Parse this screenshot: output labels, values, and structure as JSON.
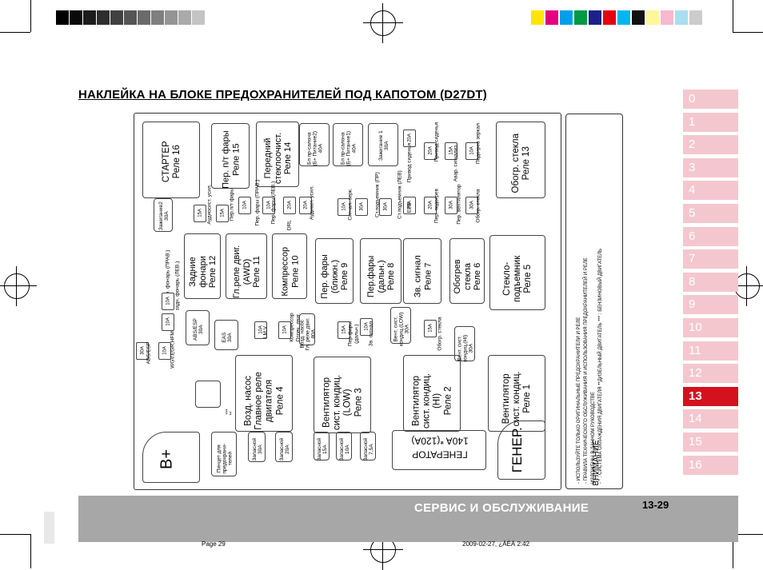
{
  "colors": {
    "tab_inactive": "#f4c7cf",
    "tab_active": "#d4111f",
    "footer": "#a7a7a7",
    "swatches": [
      "#000000",
      "#1c1c1c",
      "#333333",
      "#4a4a4a",
      "#626262",
      "#7a7a7a",
      "#949494",
      "#adadad",
      "#c8c8c8",
      "#ffffff",
      "#ffe600",
      "#e4007f",
      "#00a0e9",
      "#009944",
      "#1d2088",
      "#e60012",
      "#00b7ee",
      "#000000",
      "#fff799",
      "#f8b8d0",
      "#aaddf0",
      "#cccccc"
    ]
  },
  "title": "НАКЛЕЙКА НА БЛОКЕ ПРЕДОХРАНИТЕЛЕЙ ПОД КАПОТОМ (D27DT)",
  "tabs": [
    "0",
    "1",
    "2",
    "3",
    "4",
    "5",
    "6",
    "7",
    "8",
    "9",
    "10",
    "11",
    "12",
    "13",
    "14",
    "15",
    "16"
  ],
  "active_tab": "13",
  "relays": {
    "starter": "СТАРТЕР\nРеле 16",
    "headlight_low": "Пер. п/т фары\nРеле 15",
    "front_wiper": "Передний\nстеклоочист.\nРеле 14",
    "rear_heater": "Обогр. стекла\nРеле 13",
    "rear_lights": "Задние\nфонари\nРеле 12",
    "awd_main": "Гл.реле двиг.\n(AWD)\nРеле 11",
    "compressor": "Компрессор\nРеле 10",
    "fog_near": "Пер. фары\n(ближн.)\nРеле 9",
    "fog_far": "Пер.фары\n(дальн.)\nРеле 8",
    "horn": "Зв. сигнал\nРеле 7",
    "heater": "Обогрев\nстекла\nРеле 6",
    "window": "Стекло-\nподъемник\nРеле 5",
    "fuel_pump": "Возд. насос\nГлавное реле\nдвигателя\nРеле 4",
    "fan_low": "Вентилятор\nсист. кондиц.\n(LOW)\nРеле 3",
    "fan_hi": "Вентилятор\nсист. кондиц.\n(HI)\nРеле 2",
    "fan_1": "Вентилятор\nсист. кондиц.\nРеле 1"
  },
  "fuse_labels": {
    "ign2": "Зажигание2\n30A",
    "f15_1": "15A",
    "audio": "Аудиосист. усил.",
    "f15_2": "15A",
    "front_fog": "Пер.п/т фары",
    "f10_1": "10A",
    "fog_rear_r": "Пер. фары (ПРАВ.)",
    "f10_2": "10A",
    "fog_rear_l": "Пер. фары (ЛЕВ.)",
    "f20_1": "20A",
    "drl": "DRL",
    "f20_2": "20A",
    "audio2": "Аудиост. усил.",
    "f10_3": "10A",
    "slip": "Сигнал. зерк.",
    "f30_1": "30A",
    "stop_pr": "Ст.подъемник (ПР)",
    "f30_2": "30A",
    "stop_lev": "Ст.подъемник (ЛЕВ)",
    "f20_3": "20A",
    "epb": "EPB",
    "f20_4": "20A",
    "front_heat": "Пер. подогрев",
    "f30_3": "30A",
    "front_vent": "Пер. вентилятор",
    "f30_4": "30A",
    "rear_win": "Обогр. стекла",
    "batt1": "Бп пр-салона\n(Б+ Питание2)\n40A",
    "batt2": "Бп пр-салона\n(Б+ Питание1)\n40A",
    "ign1": "Зажигание 1\n30A",
    "f20_5": "20A",
    "drive_r": "Привод сиденья",
    "f20_6": "20A",
    "drive_l": "Привод сиденья",
    "f15_3": "15A",
    "alarm": "Авар. сигнализ.",
    "f10_4": "10A",
    "mirror_heat": "Подогрев зеркал",
    "f10_5": "10A",
    "rear_light_r": "задн. фонарь (ПРАВ.)",
    "f10_6": "10A",
    "rear_light_l": "задн. фонарь (ЛЕВ.)",
    "f30_5": "30A",
    "abs": "ABS/ESP",
    "f10_7": "10A",
    "wgv": "WGV,EGR,HFM",
    "abs_esp": "ABS/ESP\n30A",
    "eas": "EAS\n30A",
    "f10_8": "10A",
    "imv": "I.M.V",
    "f10_9": "10A",
    "compressor": "Компрессор",
    "engine_cool": "Отсеч. двиг.",
    "f15_4": "15A",
    "pfar": "Пер.фары",
    "dalni": "(дальн.)",
    "f10_10": "10A",
    "zv": "Зв. сигнал",
    "vent_hi": "Вент. сист.\nкондиц.(LOW)\n30A",
    "f15_5": "15A",
    "obogr": "Обогр. стекла",
    "vent_lo": "Вент. сист.\nкондиц.(HI)\n30A",
    "air_ign": "Возд. насос\nГл. реле двиг.\n80A",
    "star3": "***"
  },
  "bottom": {
    "bplus": "B+",
    "pincet": "Пинцет для\nпредохрани-\nтелей",
    "spare30": "Запасной\n30A",
    "spare20": "Запасной\n20A",
    "spare15": "Запасной\n15A",
    "spare10": "Запасной\n10A",
    "spare75": "Запасной\n7,5A",
    "generator": "ГЕНЕРАТОР\n140A *(120A)",
    "gener": "ГЕНЕР.",
    "small_star": "**"
  },
  "notice": {
    "heading": "ВНИМАНИЕ",
    "line1": "- ИСПОЛЬЗУЙТЕ ТОЛЬКО ОРИГИНАЛЬНЫЕ ПРЕДОХРАНИТЕЛИ И РЕЛЕ",
    "line2": "- ПРАВИЛА ТЕХНИЧЕСКОГО ОБСЛУЖИВАНИЯ И ИСПОЛЬЗОВАНИЯ ПРЕДОХРАНИТЕЛЕЙ И РЕЛЕ",
    "line3": "  ИЗЛОЖЕНЫ В ДАННОМ РУКОВОДСТВЕ",
    "line4": "- * : СИСТЕМА ОХЛАЖДЕНИЯ ДВИГАТЕЛЯ  **ДИЗЕЛЬНЫЙ ДВИГАТЕЛЬ  *** : БЕНЗИНОВЫЙ ДВИГАТЕЛЬ"
  },
  "footer": {
    "title": "СЕРВИС И ОБСЛУЖИВАНИЕ",
    "page": "13-29"
  },
  "print_meta": {
    "left": "Page 29",
    "right": "2009-02-27, ¿ÀÈÄ 2:42"
  }
}
